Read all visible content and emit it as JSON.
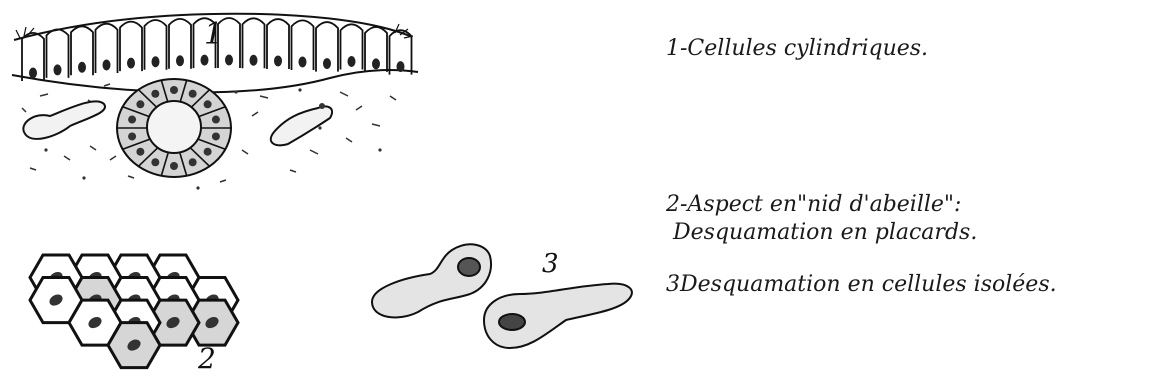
{
  "captions": {
    "c1": "1-Cellules cylindriques.",
    "c2_line1": "2-Aspect en\"nid d'abeille\":",
    "c2_line2": " Desquamation en placards.",
    "c3": "3Desquamation en cellules isolées."
  },
  "figure_labels": {
    "l1": "1",
    "l2": "2",
    "l3": "3"
  },
  "colors": {
    "ink": "#111111",
    "cell_fill": "#f2f2f2",
    "cell_grey": "#d4d4d4",
    "nucleus": "#333333"
  }
}
